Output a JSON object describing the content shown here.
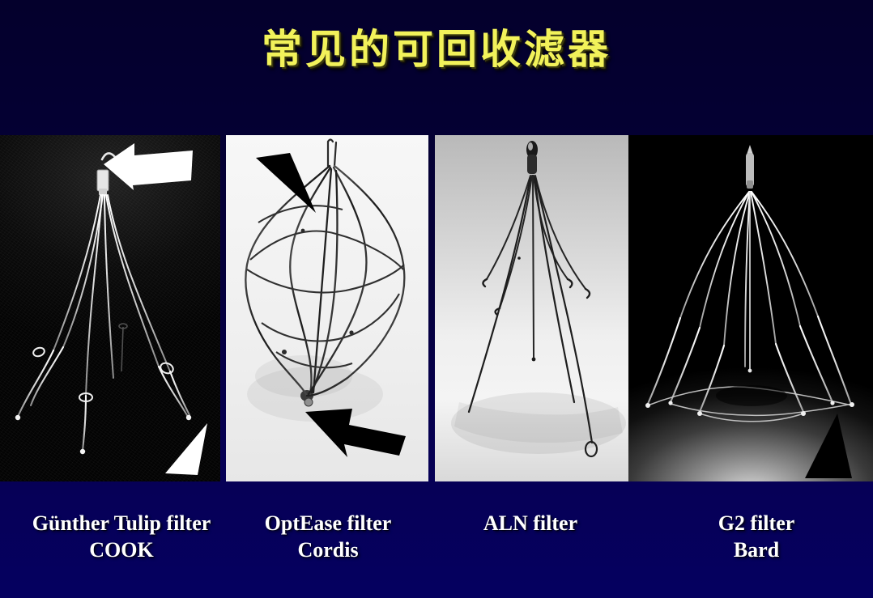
{
  "slide": {
    "title": "常见的可回收滤器",
    "background_color": "#050032",
    "title_color": "#f2f25a"
  },
  "panels": [
    {
      "id": "gunther-tulip",
      "caption_line1": "Günther Tulip filter",
      "caption_line2": "COOK",
      "photo_background": "black",
      "markers": [
        "white-arrow-left",
        "white-triangle"
      ]
    },
    {
      "id": "optease",
      "caption_line1": "OptEase filter",
      "caption_line2": "Cordis",
      "photo_background": "white",
      "markers": [
        "black-triangle",
        "black-arrow-left"
      ]
    },
    {
      "id": "aln",
      "caption_line1": "ALN filter",
      "caption_line2": "",
      "photo_background": "gray",
      "markers": []
    },
    {
      "id": "g2-bard",
      "caption_line1": "G2 filter",
      "caption_line2": "Bard",
      "photo_background": "black-spotlight",
      "markers": [
        "black-triangle"
      ]
    }
  ]
}
